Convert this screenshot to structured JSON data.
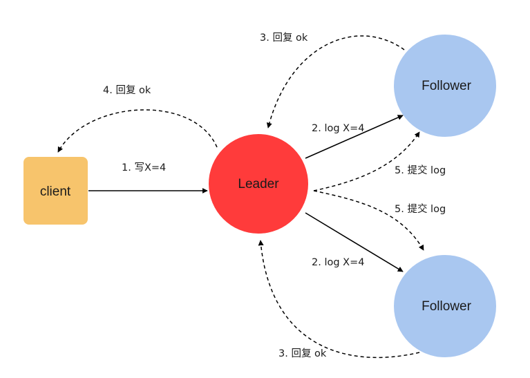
{
  "colors": {
    "client": "#F7C46C",
    "leader": "#FF3B3B",
    "follower": "#A9C7F0",
    "edge": "#000000"
  },
  "nodes": {
    "client": "client",
    "leader": "Leader",
    "follower_top": "Follower",
    "follower_bottom": "Follower"
  },
  "edges": {
    "write_request": "1. 写X=4",
    "log_to_top": "2. log X=4",
    "log_to_bottom": "2. log X=4",
    "reply_top": "3. 回复 ok",
    "reply_bottom": "3. 回复 ok",
    "reply_client": "4. 回复 ok",
    "commit_top": "5. 提交 log",
    "commit_bottom": "5. 提交 log"
  }
}
